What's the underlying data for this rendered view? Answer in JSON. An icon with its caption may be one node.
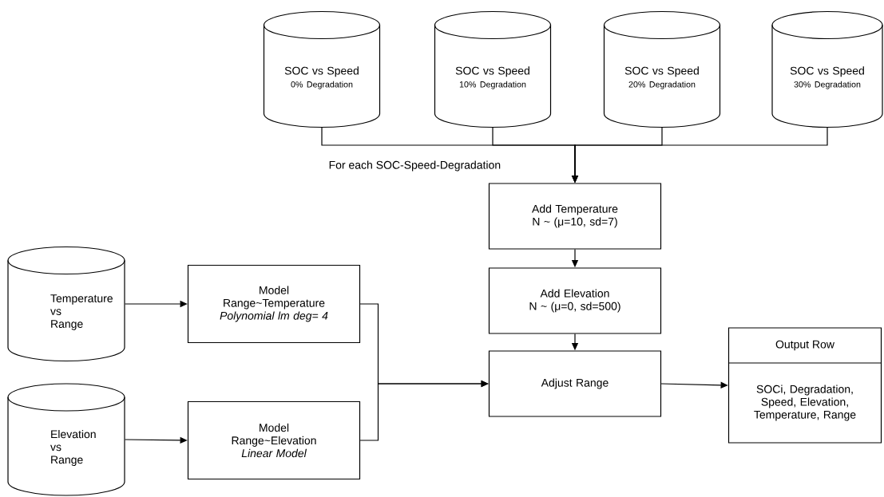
{
  "diagram": {
    "nodes": [
      {
        "text": [
          "SOC vs Speed",
          "0% Degradation"
        ]
      },
      {
        "text": [
          "SOC vs Speed",
          "10% Degradation"
        ]
      },
      {
        "text": [
          "SOC vs Speed",
          "20% Degradation"
        ]
      },
      {
        "text": [
          "SOC vs Speed",
          "30% Degradation"
        ]
      },
      {
        "text": [
          "Add Temperature",
          "N ~ (μ=10, sd=7)"
        ]
      },
      {
        "text": [
          "Add Elevation",
          "N ~ (μ=0, sd=500)"
        ]
      },
      {
        "text": [
          "Temperature vs Range"
        ]
      },
      {
        "text": [
          "Model",
          "Range~Temperature",
          "Polynomial lm deg= 4"
        ]
      },
      {
        "text": [
          "Elevation vs Range"
        ]
      },
      {
        "text": [
          "Model",
          "Range~Elevation",
          "Linear Model"
        ]
      },
      {
        "text": [
          "Adjust Range"
        ]
      },
      {
        "text": [
          "Output Row",
          "SOCi, Degradation, Speed, Elevation, Temperature, Range"
        ]
      }
    ],
    "edges": [
      {
        "from": 0,
        "to": 4,
        "arrow": "to"
      },
      {
        "from": 1,
        "to": 4,
        "arrow": "to"
      },
      {
        "from": 2,
        "to": 4,
        "arrow": "to"
      },
      {
        "from": 3,
        "to": 4,
        "arrow": "to"
      },
      {
        "from": 4,
        "to": 5,
        "arrow": "to"
      },
      {
        "from": 5,
        "to": 10,
        "arrow": "to"
      },
      {
        "from": 6,
        "to": 7,
        "arrow": "to"
      },
      {
        "from": 8,
        "to": 9,
        "arrow": "to"
      },
      {
        "from": 7,
        "to": 10,
        "arrow": "to"
      },
      {
        "from": 9,
        "to": 10,
        "arrow": "to"
      },
      {
        "from": 10,
        "to": 11,
        "arrow": "to"
      }
    ],
    "labels": [
      "For each SOC-Speed-Degradation"
    ]
  }
}
